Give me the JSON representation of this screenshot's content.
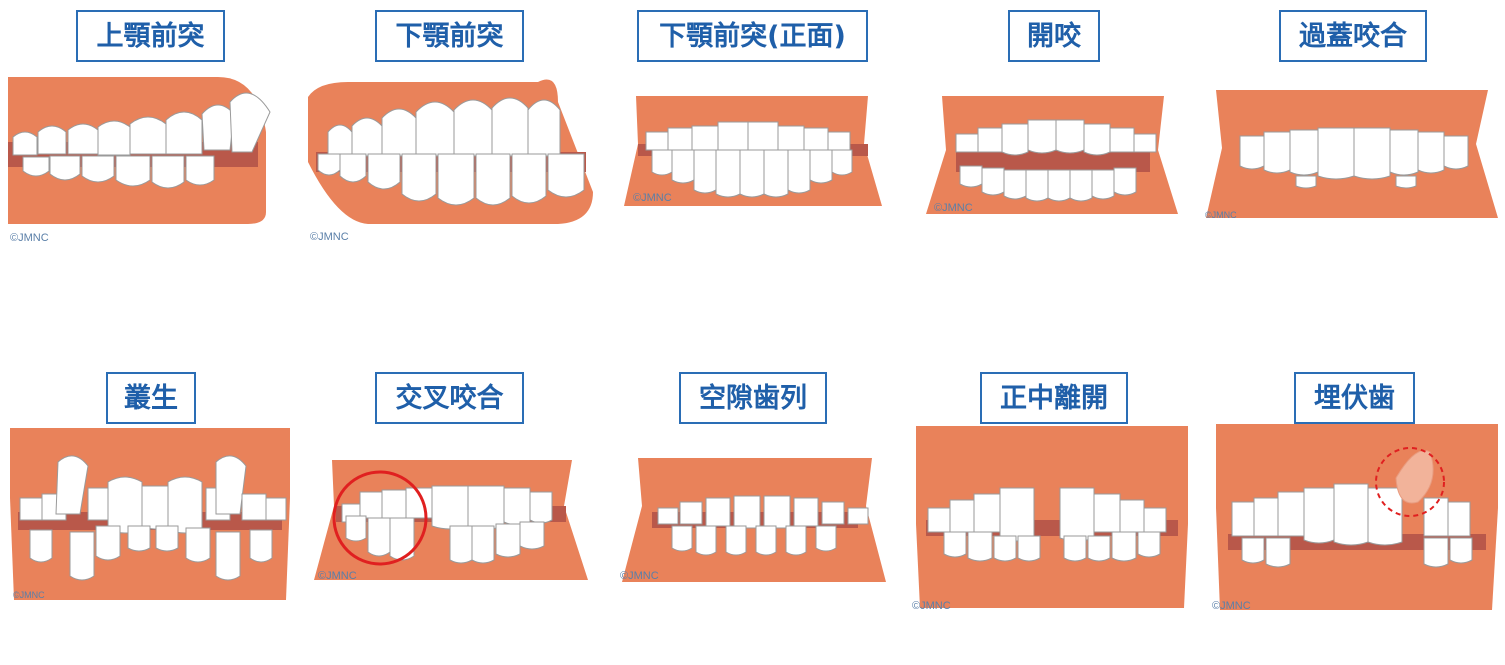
{
  "copyright": "©JMNC",
  "colors": {
    "gum": "#e9825a",
    "gum_dark": "#d56a42",
    "label_border": "#2a6db5",
    "label_text": "#1f5fa9",
    "highlight_circle": "#e02020"
  },
  "items": [
    {
      "id": "maxillary-protrusion",
      "label": "上顎前突"
    },
    {
      "id": "mandibular-protrusion",
      "label": "下顎前突"
    },
    {
      "id": "mandibular-protrusion-front",
      "label": "下顎前突(正面)"
    },
    {
      "id": "open-bite",
      "label": "開咬"
    },
    {
      "id": "deep-bite",
      "label": "過蓋咬合"
    },
    {
      "id": "crowding",
      "label": "叢生"
    },
    {
      "id": "crossbite",
      "label": "交叉咬合"
    },
    {
      "id": "spacing",
      "label": "空隙歯列"
    },
    {
      "id": "median-diastema",
      "label": "正中離開"
    },
    {
      "id": "impacted-tooth",
      "label": "埋伏歯"
    }
  ]
}
